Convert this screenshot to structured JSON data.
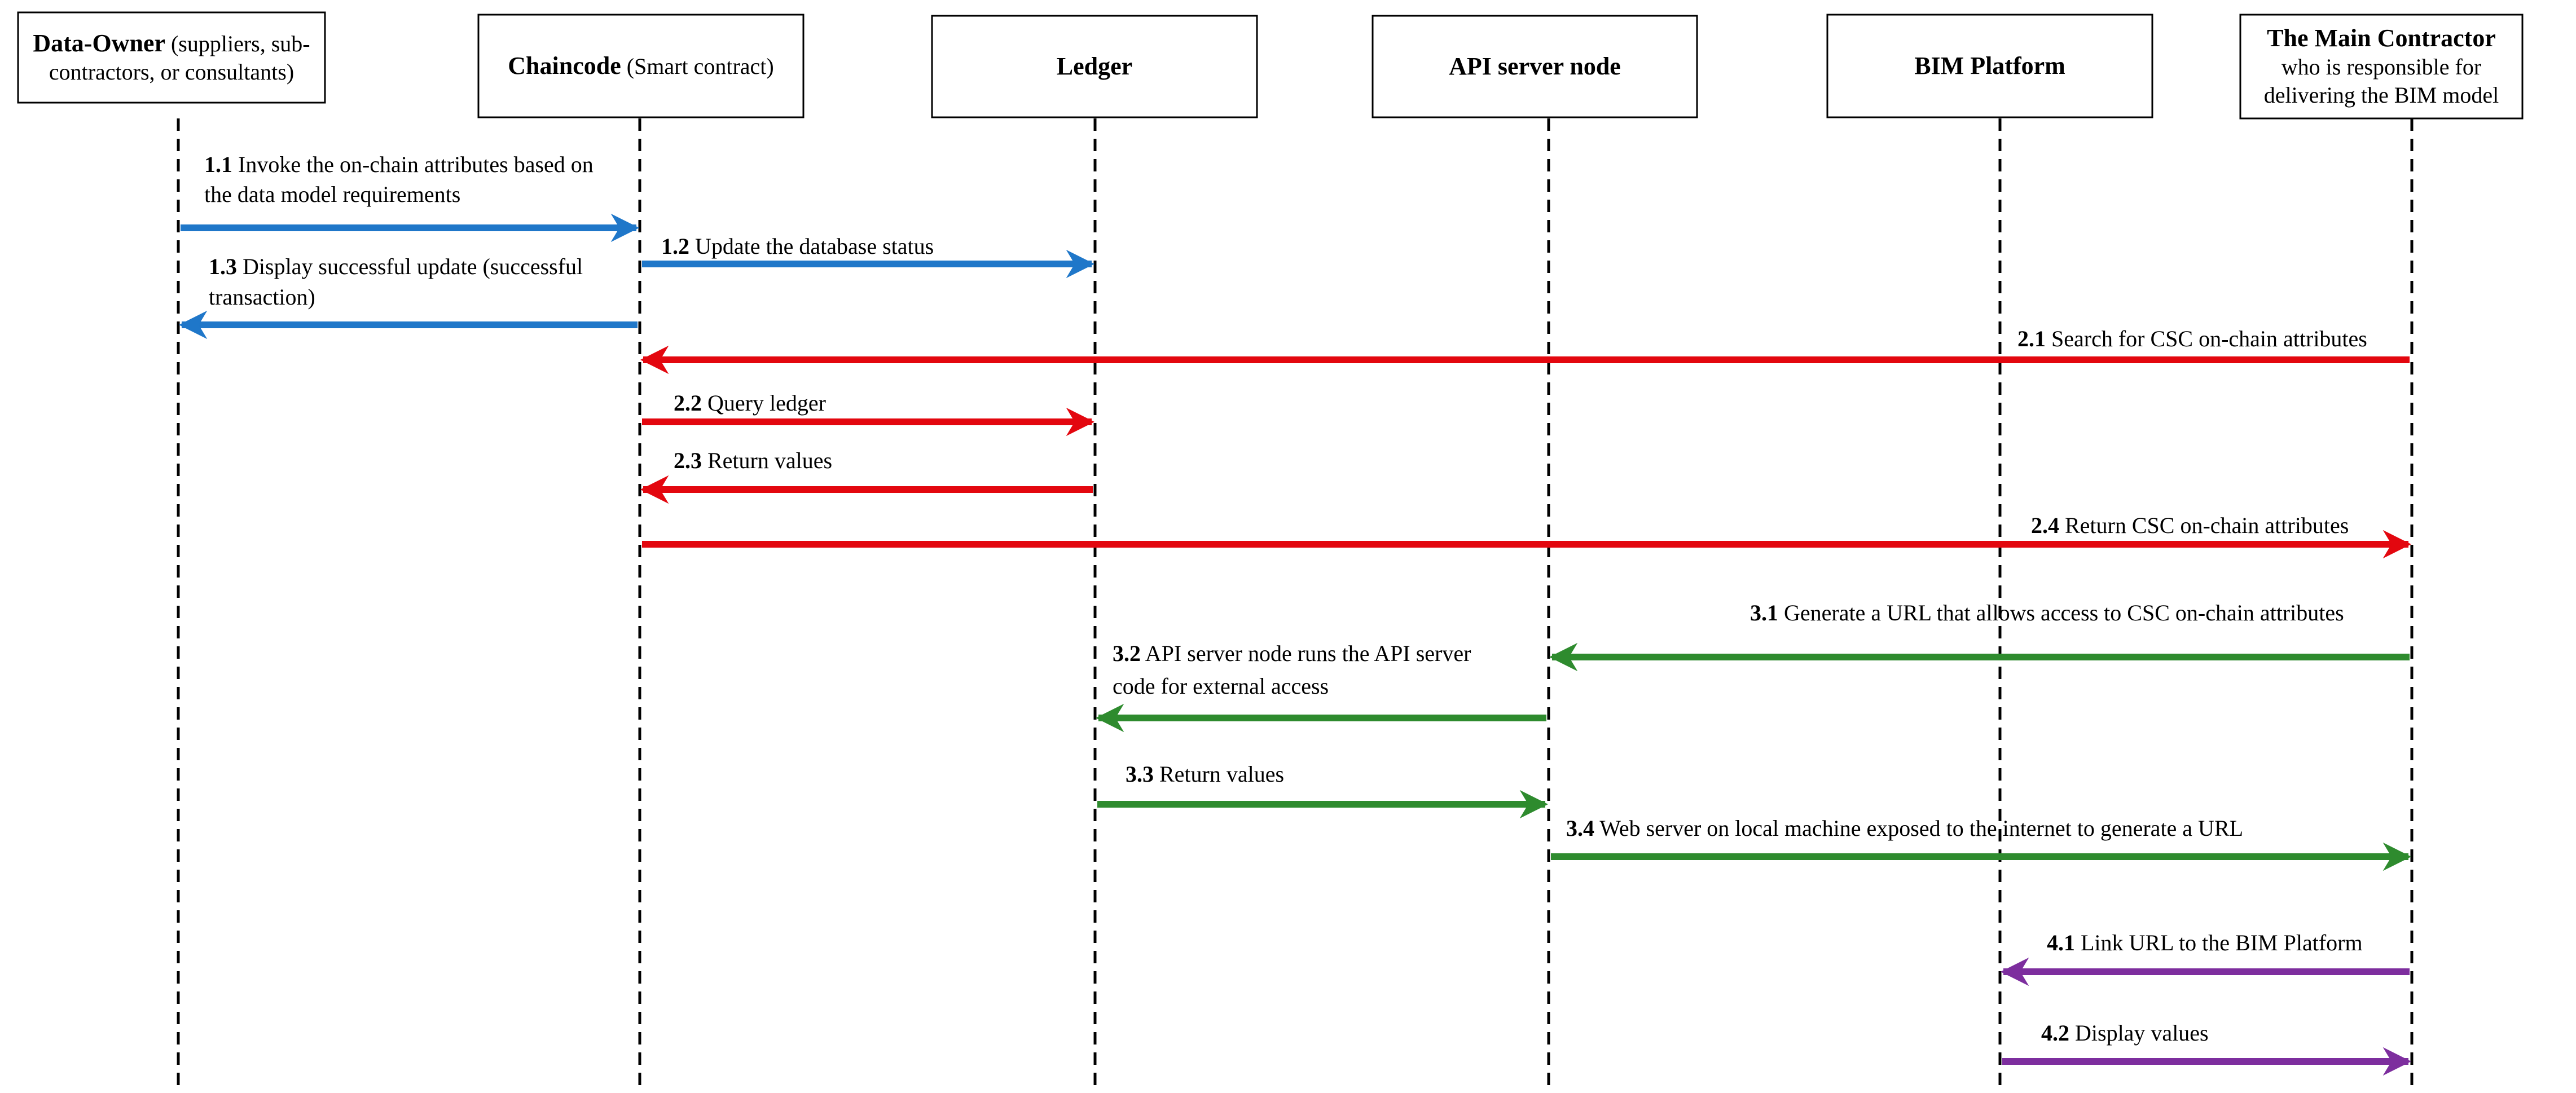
{
  "colors": {
    "phase1": "#1f77c9",
    "phase2": "#e3070f",
    "phase3": "#2e8b2e",
    "phase4": "#7d2e9e"
  },
  "participants": [
    {
      "id": "data-owner",
      "bold": "Data-Owner",
      "rest": " (suppliers, sub-",
      "line2": "contractors, or consultants)",
      "line3": ""
    },
    {
      "id": "chaincode",
      "bold": "Chaincode",
      "rest": " (Smart contract)",
      "line2": "",
      "line3": ""
    },
    {
      "id": "ledger",
      "bold": "Ledger",
      "rest": "",
      "line2": "",
      "line3": ""
    },
    {
      "id": "api-server-node",
      "bold": "API server node",
      "rest": "",
      "line2": "",
      "line3": ""
    },
    {
      "id": "bim-platform",
      "bold": "BIM Platform",
      "rest": "",
      "line2": "",
      "line3": ""
    },
    {
      "id": "main-contractor",
      "bold": "The Main Contractor",
      "rest": "",
      "line2": "who is responsible for",
      "line3": "delivering the BIM model"
    }
  ],
  "messages": [
    {
      "step": "1.1",
      "text": " Invoke the on-chain attributes based on",
      "text2": "the data model requirements",
      "from": 0,
      "to": 1,
      "phase": "phase1"
    },
    {
      "step": "1.2",
      "text": " Update the database status",
      "text2": "",
      "from": 1,
      "to": 2,
      "phase": "phase1"
    },
    {
      "step": "1.3",
      "text": " Display successful update (successful",
      "text2": "transaction)",
      "from": 1,
      "to": 0,
      "phase": "phase1"
    },
    {
      "step": "2.1",
      "text": "  Search for CSC on-chain attributes",
      "text2": "",
      "from": 5,
      "to": 1,
      "phase": "phase2"
    },
    {
      "step": "2.2",
      "text": "  Query ledger",
      "text2": "",
      "from": 1,
      "to": 2,
      "phase": "phase2"
    },
    {
      "step": "2.3",
      "text": "  Return values",
      "text2": "",
      "from": 2,
      "to": 1,
      "phase": "phase2"
    },
    {
      "step": "2.4",
      "text": " Return CSC on-chain attributes",
      "text2": "",
      "from": 1,
      "to": 5,
      "phase": "phase2"
    },
    {
      "step": "3.1",
      "text": " Generate a URL that allows access to CSC on-chain attributes",
      "text2": "",
      "from": 5,
      "to": 3,
      "phase": "phase3"
    },
    {
      "step": "3.2",
      "text": " API server node runs the API server",
      "text2": "code for external access",
      "from": 3,
      "to": 2,
      "phase": "phase3"
    },
    {
      "step": "3.3",
      "text": " Return values",
      "text2": "",
      "from": 2,
      "to": 3,
      "phase": "phase3"
    },
    {
      "step": "3.4",
      "text": " Web server on local machine exposed to the internet to generate a URL",
      "text2": "",
      "from": 3,
      "to": 5,
      "phase": "phase3"
    },
    {
      "step": "4.1",
      "text": " Link URL to the BIM Platform",
      "text2": "",
      "from": 5,
      "to": 4,
      "phase": "phase4"
    },
    {
      "step": "4.2",
      "text": "  Display values",
      "text2": "",
      "from": 4,
      "to": 5,
      "phase": "phase4"
    }
  ]
}
